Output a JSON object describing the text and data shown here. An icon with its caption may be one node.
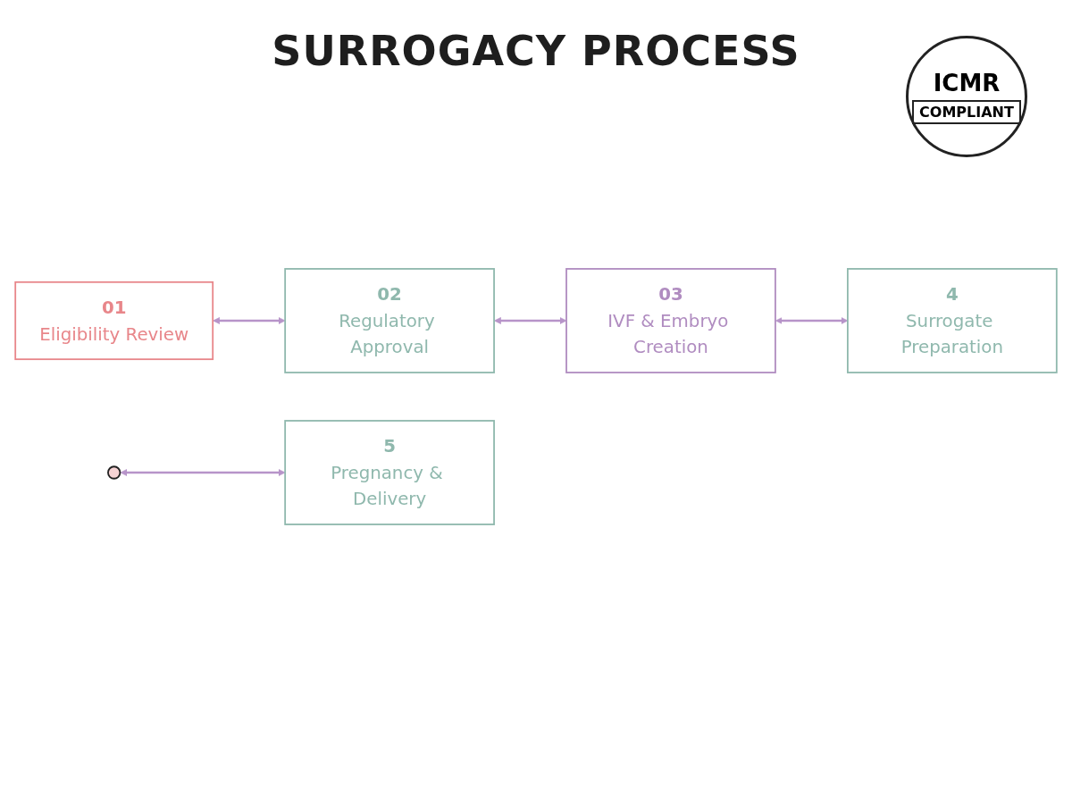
{
  "diagram": {
    "title": "SURROGACY PROCESS",
    "nodes": [
      {
        "text": [],
        "shape": "person"
      },
      {
        "text": [
          "01",
          "Eligibility Review"
        ]
      },
      {
        "text": [
          "02",
          "Regulatory Approval"
        ]
      },
      {
        "text": [
          "03",
          "IVF & Embryo Creation"
        ]
      },
      {
        "text": [
          "4",
          "Surrogate Preparation"
        ]
      },
      {
        "text": [
          "5",
          "Pregnancy & Delivery"
        ]
      }
    ],
    "edges": [
      {
        "from": 0,
        "to": 5,
        "arrow": "both"
      },
      {
        "from": 1,
        "to": 2,
        "arrow": "both"
      },
      {
        "from": 2,
        "to": 3,
        "arrow": "both"
      },
      {
        "from": 3,
        "to": 4,
        "arrow": "both"
      }
    ],
    "labels": [
      "ICMR",
      "COMPLIANT"
    ]
  }
}
